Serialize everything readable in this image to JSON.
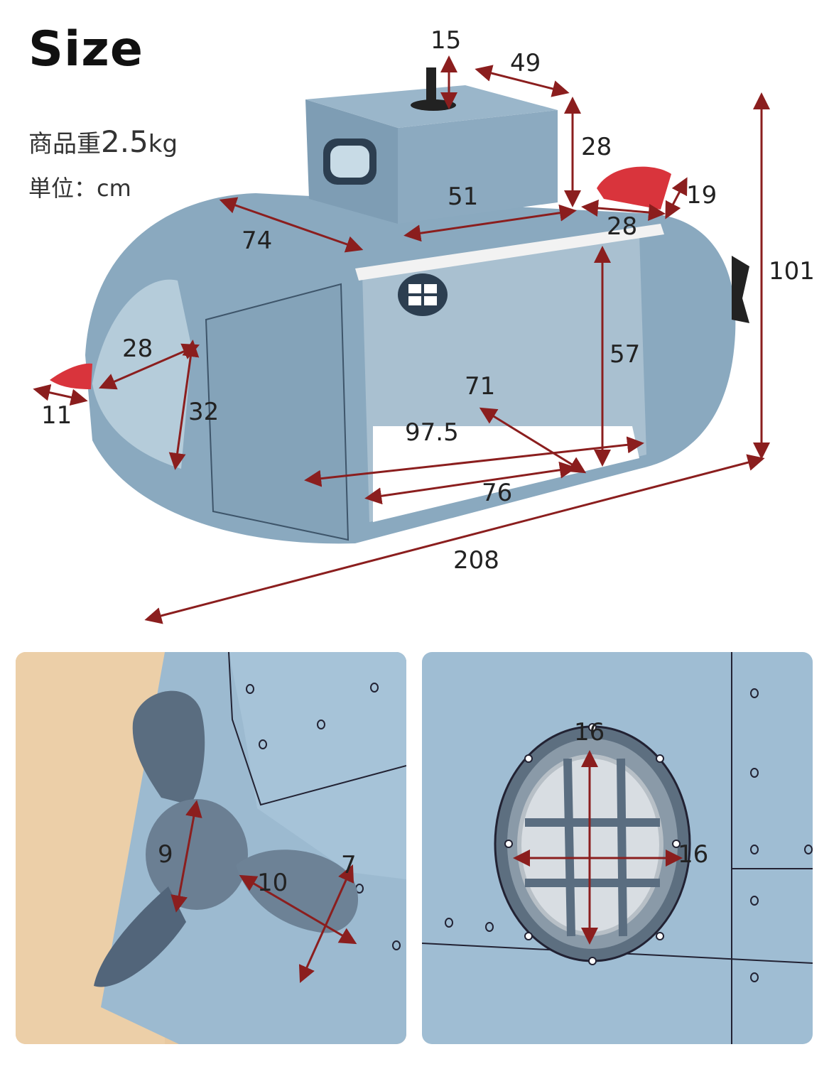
{
  "header": {
    "title": "Size",
    "weight_label": "商品重",
    "weight_value": "2.5",
    "weight_unit": "kg",
    "unit_label": "単位：cm"
  },
  "dimensions": {
    "periscope_height": "15",
    "tower_depth": "49",
    "tower_height": "28",
    "tower_width": "51",
    "fin_size": "19",
    "fin_width": "28",
    "total_height": "101",
    "top_length": "74",
    "window_width": "28",
    "window_height": "32",
    "nose": "11",
    "door_height": "57",
    "inner_depth": "71",
    "inner_width": "97.5",
    "door_width": "76",
    "total_length": "208"
  },
  "detail_propeller": {
    "blade_height": "9",
    "blade_width": "10",
    "blade_length": "7"
  },
  "detail_porthole": {
    "height": "16",
    "width": "16"
  },
  "colors": {
    "body": "#8aa9bf",
    "body_dark": "#6f8fa6",
    "fin": "#d9343c",
    "arrow": "#8b1e1e",
    "floor": "#e8c9a0"
  }
}
